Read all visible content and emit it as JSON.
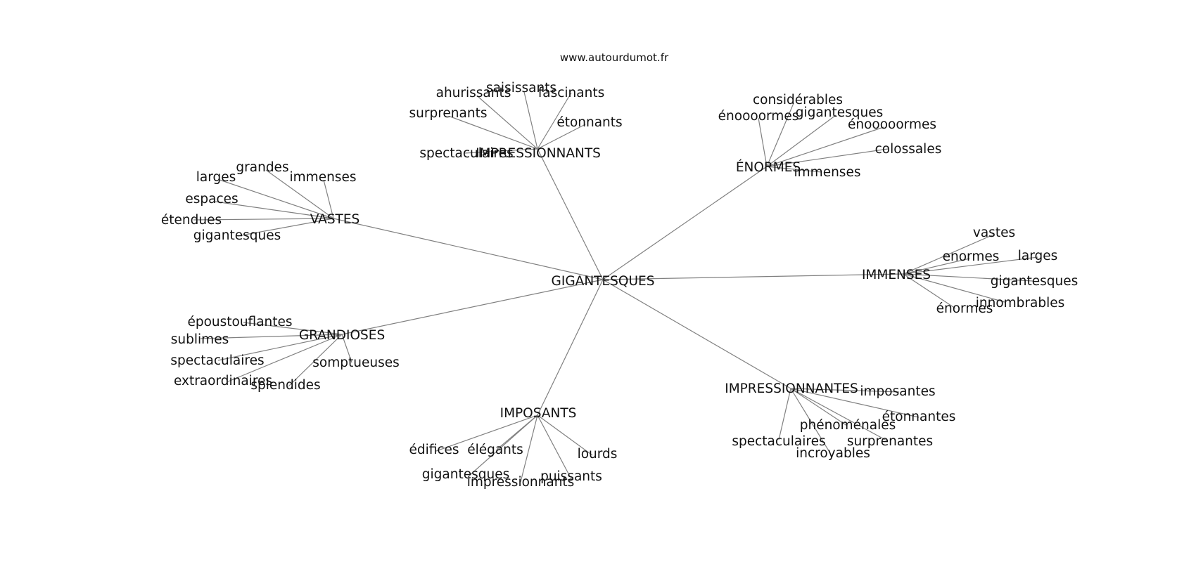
{
  "header": {
    "site": "www.autourdumot.fr"
  },
  "graph": {
    "center": {
      "id": "gigantesques-center",
      "label": "GIGANTESQUES"
    },
    "groups": [
      {
        "id": "impressionnants",
        "label": "IMPRESSIONNANTS",
        "leaves": [
          "saisissants",
          "ahurissants",
          "fascinants",
          "surprenants",
          "étonnants",
          "spectaculaires"
        ]
      },
      {
        "id": "enormes",
        "label": "ÉNORMES",
        "leaves": [
          "considérables",
          "énoooormes",
          "gigantesques",
          "énooooormes",
          "colossales",
          "immenses"
        ]
      },
      {
        "id": "vastes",
        "label": "VASTES",
        "leaves": [
          "grandes",
          "larges",
          "immenses",
          "espaces",
          "étendues",
          "gigantesques"
        ]
      },
      {
        "id": "immenses",
        "label": "IMMENSES",
        "leaves": [
          "vastes",
          "enormes",
          "larges",
          "gigantesques",
          "innombrables",
          "énormes"
        ]
      },
      {
        "id": "grandioses",
        "label": "GRANDIOSES",
        "leaves": [
          "époustouflantes",
          "sublimes",
          "spectaculaires",
          "somptueuses",
          "extraordinaires",
          "splendides"
        ]
      },
      {
        "id": "imposants",
        "label": "IMPOSANTS",
        "leaves": [
          "édifices",
          "élégants",
          "lourds",
          "gigantesques",
          "puissants",
          "impressionnants"
        ]
      },
      {
        "id": "impressionnantes",
        "label": "IMPRESSIONNANTES",
        "leaves": [
          "imposantes",
          "étonnantes",
          "phénoménales",
          "spectaculaires",
          "surprenantes",
          "incroyables"
        ]
      }
    ]
  }
}
